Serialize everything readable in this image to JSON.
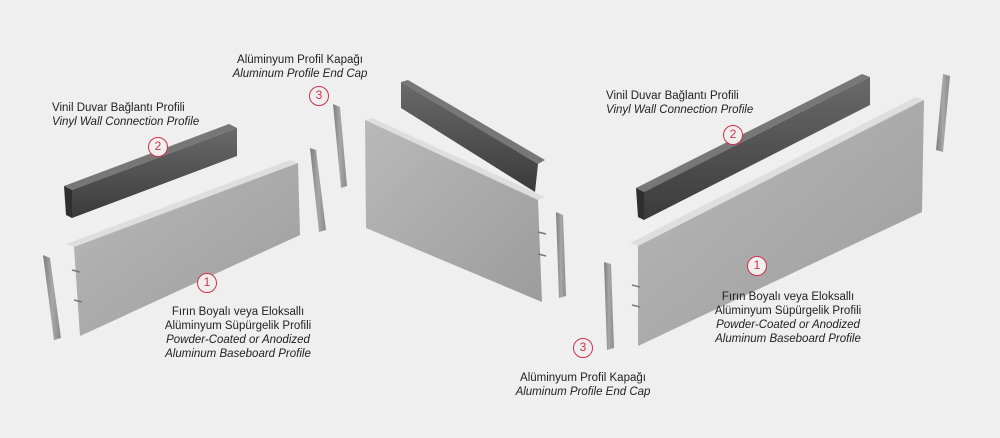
{
  "colors": {
    "background": "#efefef",
    "badge": "#d0324b",
    "panel_face": "#a9a9a9",
    "panel_top": "#d6d6d6",
    "vinyl_profile": "#4a4a4a",
    "end_cap": "#8f8f8f"
  },
  "labels": {
    "baseboard": {
      "number": "1",
      "tr1": "Fırın Boyalı veya Eloksallı",
      "tr2": "Alüminyum Süpürgelik Profili",
      "en1": "Powder-Coated or Anodized",
      "en2": "Aluminum Baseboard Profile"
    },
    "vinyl": {
      "number": "2",
      "tr": "Vinil Duvar Bağlantı Profili",
      "en": "Vinyl Wall Connection Profile"
    },
    "endcap": {
      "number": "3",
      "tr": "Alüminyum Profil Kapağı",
      "en": "Aluminum Profile End Cap"
    }
  }
}
